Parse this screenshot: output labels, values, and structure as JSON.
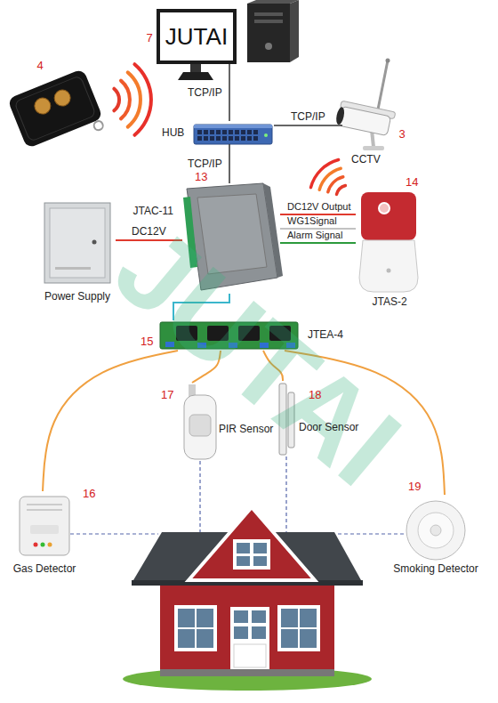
{
  "diagram": {
    "nodes": [
      {
        "text": [
          "JUTAI"
        ]
      },
      {
        "text": [
          "HUB"
        ]
      },
      {
        "text": [
          "CCTV"
        ]
      },
      {
        "text": [
          "JTAC-11"
        ]
      },
      {
        "text": [
          "Power Supply"
        ]
      },
      {
        "text": [
          "JTAS-2"
        ]
      },
      {
        "text": [
          "JTEA-4"
        ]
      },
      {
        "text": [
          "PIR Sensor"
        ]
      },
      {
        "text": [
          "Door Sensor"
        ]
      },
      {
        "text": [
          "Gas Detector"
        ]
      },
      {
        "text": [
          "Smoking Detector"
        ]
      }
    ],
    "edges": [
      {
        "from": 0,
        "to": 1,
        "label": "TCP/IP",
        "arrow": "none"
      },
      {
        "from": 1,
        "to": 2,
        "label": "TCP/IP",
        "arrow": "none"
      },
      {
        "from": 1,
        "to": 3,
        "label": "TCP/IP",
        "arrow": "none"
      },
      {
        "from": 4,
        "to": 3,
        "label": "DC12V",
        "arrow": "none"
      },
      {
        "from": 3,
        "to": 5,
        "label": "DC12V Output",
        "arrow": "none"
      },
      {
        "from": 3,
        "to": 5,
        "label": "WG1Signal",
        "arrow": "none"
      },
      {
        "from": 3,
        "to": 5,
        "label": "Alarm Signal",
        "arrow": "none"
      },
      {
        "from": 3,
        "to": 6,
        "arrow": "none"
      },
      {
        "from": 6,
        "to": 7,
        "arrow": "none"
      },
      {
        "from": 6,
        "to": 8,
        "arrow": "none"
      },
      {
        "from": 6,
        "to": 9,
        "arrow": "none"
      },
      {
        "from": 6,
        "to": 10,
        "arrow": "none"
      }
    ],
    "labels": [
      "7",
      "4",
      "3",
      "13",
      "14",
      "15",
      "16",
      "17",
      "18",
      "19",
      "JUTAI"
    ]
  }
}
